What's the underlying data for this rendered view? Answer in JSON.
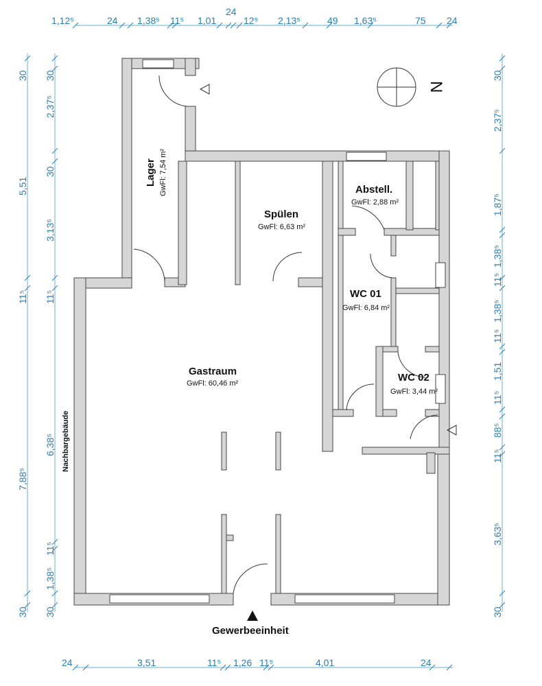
{
  "title": "Gewerbeeinheit",
  "neighbor_label": "Nachbargebäude",
  "north_label": "N",
  "rooms": [
    {
      "name": "Lager",
      "area": "GwFl: 7,54 m²"
    },
    {
      "name": "Spülen",
      "area": "GwFl: 6,63 m²"
    },
    {
      "name": "Abstell.",
      "area": "GwFl: 2,88 m²"
    },
    {
      "name": "WC 01",
      "area": "GwFl: 6,84 m²"
    },
    {
      "name": "Gastraum",
      "area": "GwFl: 60,46 m²"
    },
    {
      "name": "WC 02",
      "area": "GwFl: 3,44 m²"
    }
  ],
  "dimensions": {
    "top": [
      "1,12⁵",
      "24",
      "1,38⁵",
      "11⁵",
      "1,01",
      "24",
      "12⁵",
      "2,13⁵",
      "49",
      "1,63⁵",
      "75",
      "24"
    ],
    "bottom": [
      "24",
      "3,51",
      "11⁵",
      "1,26",
      "11⁵",
      "4,01",
      "24"
    ],
    "left_outer": [
      "30",
      "5,51",
      "11⁵",
      "7,88⁵",
      "30"
    ],
    "left_inner": [
      "30",
      "2,37⁵",
      "30",
      "3,13⁵",
      "11⁵",
      "6,38⁵",
      "11⁵",
      "1,38⁵",
      "30"
    ],
    "right": [
      "30",
      "2,37⁵",
      "1,87⁵",
      "1,38⁵",
      "11⁵",
      "1,38⁵",
      "11⁵",
      "1,51",
      "11⁵",
      "88⁵",
      "11⁵",
      "3,63⁵",
      "30"
    ]
  },
  "colors": {
    "dimension": "#2a7fb0",
    "wall": "#d6d6d6"
  }
}
